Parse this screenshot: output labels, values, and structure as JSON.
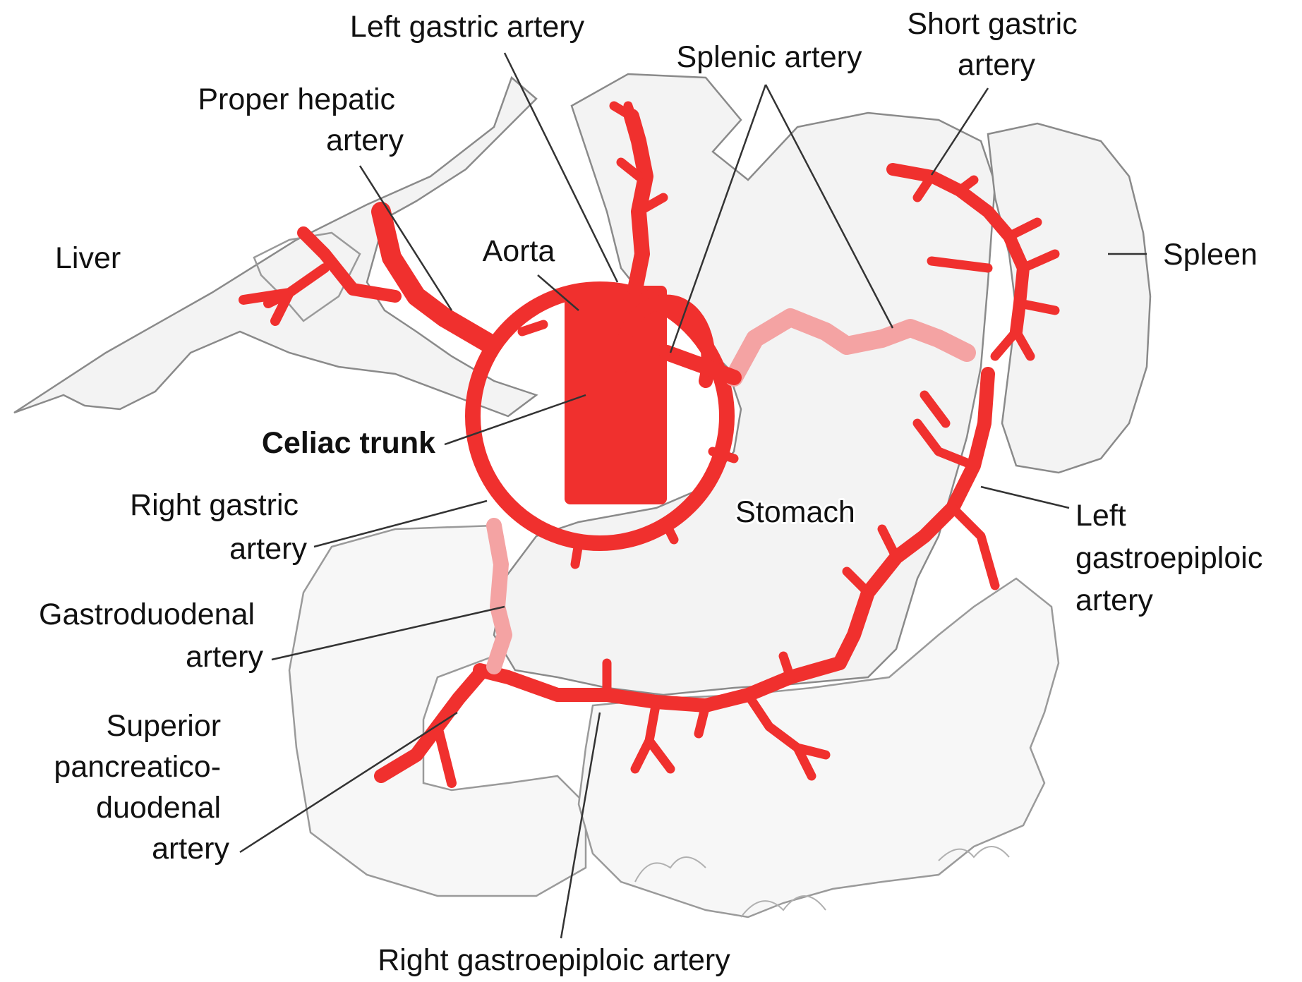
{
  "colors": {
    "artery": "#f0302e",
    "artery_faded": "#f4a3a3",
    "organ_fill": "#f3f3f3",
    "organ_outline": "#8a8a8a",
    "label_text": "#111111",
    "leader_line": "#333333"
  },
  "labels": {
    "left_gastric_artery": "Left gastric artery",
    "splenic_artery": "Splenic artery",
    "short_gastric_artery": [
      "Short gastric",
      "artery"
    ],
    "proper_hepatic_artery": [
      "Proper hepatic",
      "artery"
    ],
    "liver": "Liver",
    "aorta": "Aorta",
    "spleen": "Spleen",
    "celiac_trunk": "Celiac trunk",
    "right_gastric_artery": [
      "Right gastric",
      "artery"
    ],
    "stomach": "Stomach",
    "left_gastroepiploic_artery": [
      "Left",
      "gastroepiploic",
      "artery"
    ],
    "gastroduodenal_artery": [
      "Gastroduodenal",
      "artery"
    ],
    "superior_pancreaticoduodenal_artery": [
      "Superior",
      "pancreatico-",
      "duodenal",
      "artery"
    ],
    "right_gastroepiploic_artery": "Right gastroepiploic artery"
  }
}
